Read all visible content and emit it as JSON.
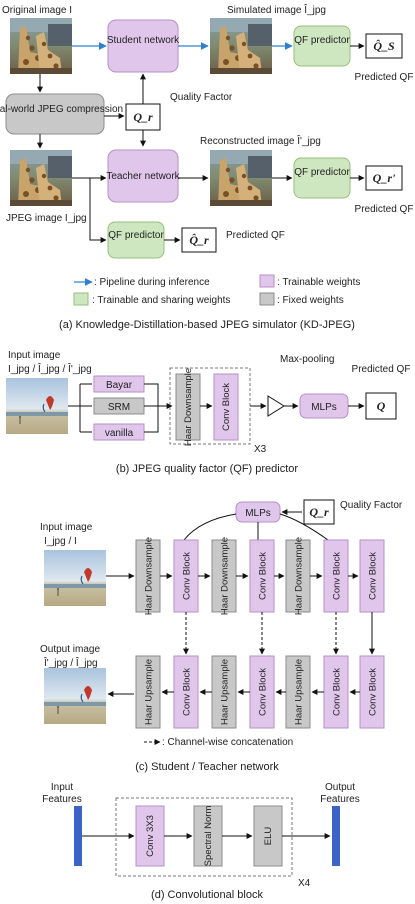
{
  "colors": {
    "trainable": "#e1c6ec",
    "trainable_border": "#b68fc6",
    "shared": "#cfe7c1",
    "shared_border": "#93bf7b",
    "fixed": "#c8c8c8",
    "fixed_border": "#8c8c8c",
    "pipeline": "#2f7fd1",
    "feature_bar": "#3c64c8"
  },
  "panel_a": {
    "original_label": "Original image I",
    "simulated_label": "Simulated image Î_jpg",
    "reconstructed_label": "Reconstructed image Î'_jpg",
    "jpeg_label": "JPEG image I_jpg",
    "student_label": "Student network",
    "teacher_label": "Teacher network",
    "realworld_label": "Real-world JPEG compression",
    "qf_predictor": "QF predictor",
    "quality_factor": "Quality Factor",
    "qr": "Q_r",
    "qs_hat": "Q̂_S",
    "qr_prime": "Q_r'",
    "qr_hat": "Q̂_r",
    "predicted_qf": "Predicted QF",
    "legend_pipeline": ": Pipeline during inference",
    "legend_trainable": ": Trainable weights",
    "legend_shared": ": Trainable and sharing weights",
    "legend_fixed": ": Fixed weights",
    "caption": "(a)  Knowledge-Distillation-based JPEG simulator (KD-JPEG)"
  },
  "panel_b": {
    "input_label_1": "Input image",
    "input_label_2": "I_jpg / Î_jpg / Î'_jpg",
    "bayar": "Bayar",
    "srm": "SRM",
    "vanilla": "vanilla",
    "haar_down": "Haar Downsample",
    "conv_block": "Conv Block",
    "x3": "X3",
    "maxpool": "Max-pooling",
    "mlps": "MLPs",
    "predicted_qf": "Predicted QF",
    "q": "Q",
    "caption": "(b)  JPEG quality factor (QF) predictor"
  },
  "panel_c": {
    "mlps": "MLPs",
    "qr": "Q_r",
    "quality_factor": "Quality Factor",
    "input_label_1": "Input image",
    "input_label_2": "I_jpg / I",
    "output_label_1": "Output image",
    "output_label_2": "Î'_jpg / Î_jpg",
    "haar_down": "Haar Downsample",
    "haar_up": "Haar Upsample",
    "conv_block": "Conv Block",
    "legend_concat": ": Channel-wise concatenation",
    "caption": "(c)  Student / Teacher network"
  },
  "panel_d": {
    "input_features": "Input Features",
    "output_features": "Output Features",
    "conv": "Conv 3X3",
    "spectral": "Spectral Norm",
    "elu": "ELU",
    "x4": "X4",
    "caption": "(d)  Convolutional block"
  }
}
